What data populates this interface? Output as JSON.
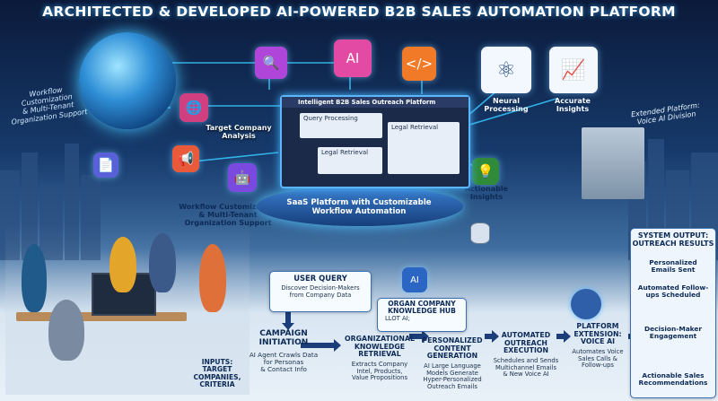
{
  "title": "ARCHITECTED & DEVELOPED AI-POWERED B2B SALES AUTOMATION PLATFORM",
  "labels": {
    "workflow_tl": "Workflow\nCustomization\n& Multi-Tenant\nOrganization Support",
    "target_company": "Target Company\nAnalysis",
    "workflow_mid": "Workflow Customization\n& Multi-Tenant\nOrganization Support",
    "neural": "Neural\nProcessing",
    "accurate": "Accurate\nInsights",
    "extended": "Extended Platform:\nVoice AI Division",
    "actionable": "Actionable\nInsights",
    "platform_caption": "SaaS Platform with Customizable\nWorkflow Automation"
  },
  "dashboard": {
    "header": "Intelligent B2B Sales Outreach Platform",
    "query_processing": "Query Processing",
    "legal_retrieval_right": "Legal Retrieval",
    "legal_retrieval_left": "Legal Retrieval"
  },
  "flow": {
    "user_query": {
      "title": "USER QUERY",
      "body": "Discover Decision-Makers\nfrom Company Data"
    },
    "campaign": {
      "title": "CAMPAIGN\nINITIATION",
      "body": "AI Agent Crawls Data\nfor Personas\n& Contact Info"
    },
    "inputs": "INPUTS:\nTARGET\nCOMPANIES,\nCRITERIA",
    "org_hub": {
      "title": "ORGAN COMPANY\nKNOWLEDGE HUB",
      "body": "LLOT AI;"
    },
    "org_retrieval": {
      "title": "ORGANIZATIONAL\nKNOWLEDGE\nRETRIEVAL",
      "body": "Extracts Company\nIntel, Products,\nValue Propositions"
    },
    "personalized": {
      "title": "PERSONALIZED\nCONTENT\nGENERATION",
      "body": "AI Large Language\nModels Generate\nHyper-Personalized\nOutreach Emails"
    },
    "automated": {
      "title": "AUTOMATED\nOUTREACH\nEXECUTION",
      "body": "Schedules and Sends\nMultichannel Emails\n& New Voice AI"
    },
    "platform_ext": {
      "title": "PLATFORM\nEXTENSION:\nVOICE AI",
      "body": "Automates Voice\nSales Calls &\nFollow-ups"
    }
  },
  "output": {
    "title": "SYSTEM OUTPUT:\nOUTREACH RESULTS",
    "items": [
      "Personalized\nEmails Sent",
      "Automated Follow-\nups Scheduled",
      "Decision-Maker\nEngagement",
      "Actionable Sales\nRecommendations"
    ]
  },
  "tile_icons": [
    "document-search-icon",
    "ai-chip-icon",
    "code-window-icon",
    "globe-icon",
    "megaphone-icon",
    "document-icon",
    "robot-icon",
    "brain-icon",
    "growth-chart-icon",
    "lightbulb-icon"
  ]
}
